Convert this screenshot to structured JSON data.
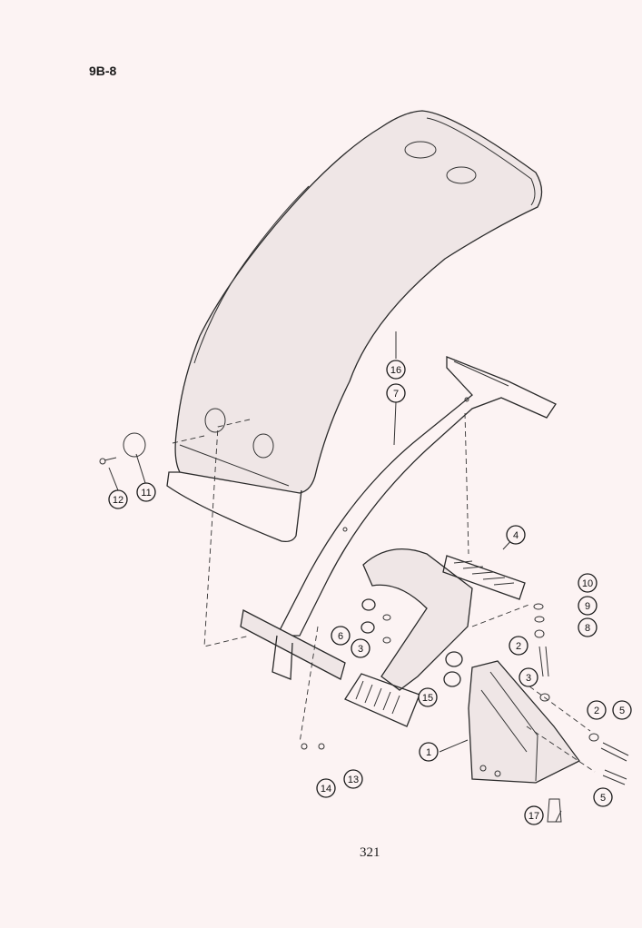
{
  "header": {
    "section_code": "9B-8"
  },
  "footer": {
    "page_number": "321"
  },
  "callouts": [
    {
      "label": "1"
    },
    {
      "label": "2"
    },
    {
      "label": "3"
    },
    {
      "label": "4"
    },
    {
      "label": "5"
    },
    {
      "label": "6"
    },
    {
      "label": "7"
    },
    {
      "label": "8"
    },
    {
      "label": "9"
    },
    {
      "label": "10"
    },
    {
      "label": "11"
    },
    {
      "label": "12"
    },
    {
      "label": "13"
    },
    {
      "label": "14"
    },
    {
      "label": "15"
    },
    {
      "label": "16"
    },
    {
      "label": "17"
    },
    {
      "label": "3"
    },
    {
      "label": "3"
    },
    {
      "label": "2"
    },
    {
      "label": "5"
    }
  ]
}
